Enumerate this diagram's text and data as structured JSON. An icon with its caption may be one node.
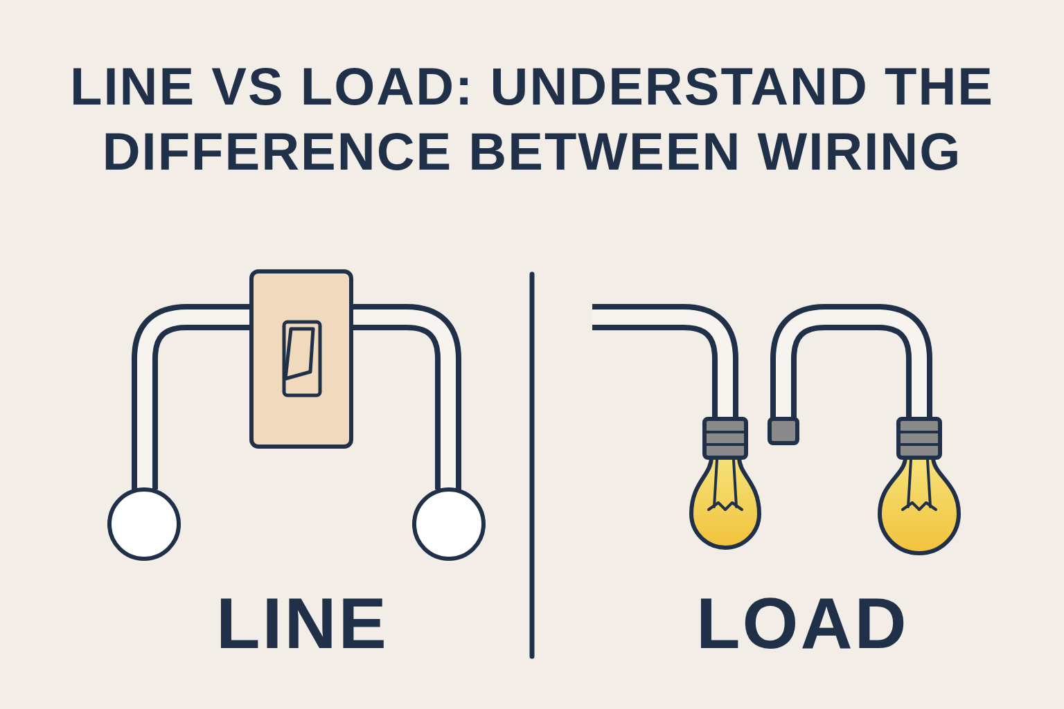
{
  "diagram": {
    "title": "LINE VS LOAD: UNDERSTAND THE DIFFERENCE BETWEEN WIRING",
    "nodes": [
      {
        "text": [],
        "shape": "picture"
      },
      {
        "text": [],
        "shape": "circle"
      },
      {
        "text": [],
        "shape": "circle"
      },
      {
        "text": [],
        "shape": "picture"
      },
      {
        "text": [],
        "shape": "box"
      },
      {
        "text": [],
        "shape": "picture"
      }
    ],
    "edges": [
      {
        "from": 0,
        "to": 1,
        "arrow": "none"
      },
      {
        "from": 0,
        "to": 2,
        "arrow": "none"
      },
      {
        "from": null,
        "to": 3,
        "arrow": "none"
      },
      {
        "from": 4,
        "to": 5,
        "arrow": "none"
      }
    ],
    "labels": [
      "LINE",
      "LOAD"
    ]
  }
}
